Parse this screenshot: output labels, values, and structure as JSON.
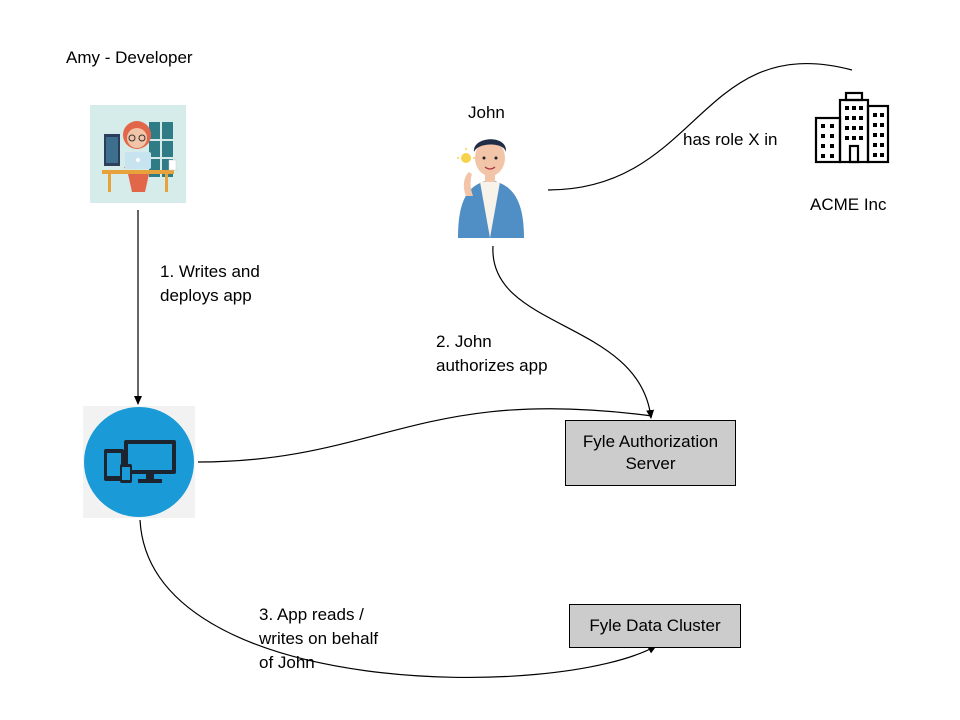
{
  "actors": {
    "developer": {
      "label": "Amy - Developer",
      "icon": "developer-illustration"
    },
    "user": {
      "label": "John",
      "icon": "user-illustration"
    },
    "organization": {
      "label": "ACME Inc",
      "icon": "building-icon"
    },
    "app": {
      "icon": "devices-icon"
    }
  },
  "edges": {
    "writes_deploys": "1. Writes and deploys app",
    "authorizes": "2. John authorizes app",
    "reads_writes": "3. App reads / writes on behalf of John",
    "has_role": "has role X in"
  },
  "nodes": {
    "auth_server": "Fyle Authorization Server",
    "data_cluster": "Fyle Data Cluster"
  },
  "colors": {
    "box_fill": "#cccccc",
    "app_circle": "#1a9bd7",
    "dev_background": "#d5ecea",
    "jacket": "#4f8fc6"
  }
}
